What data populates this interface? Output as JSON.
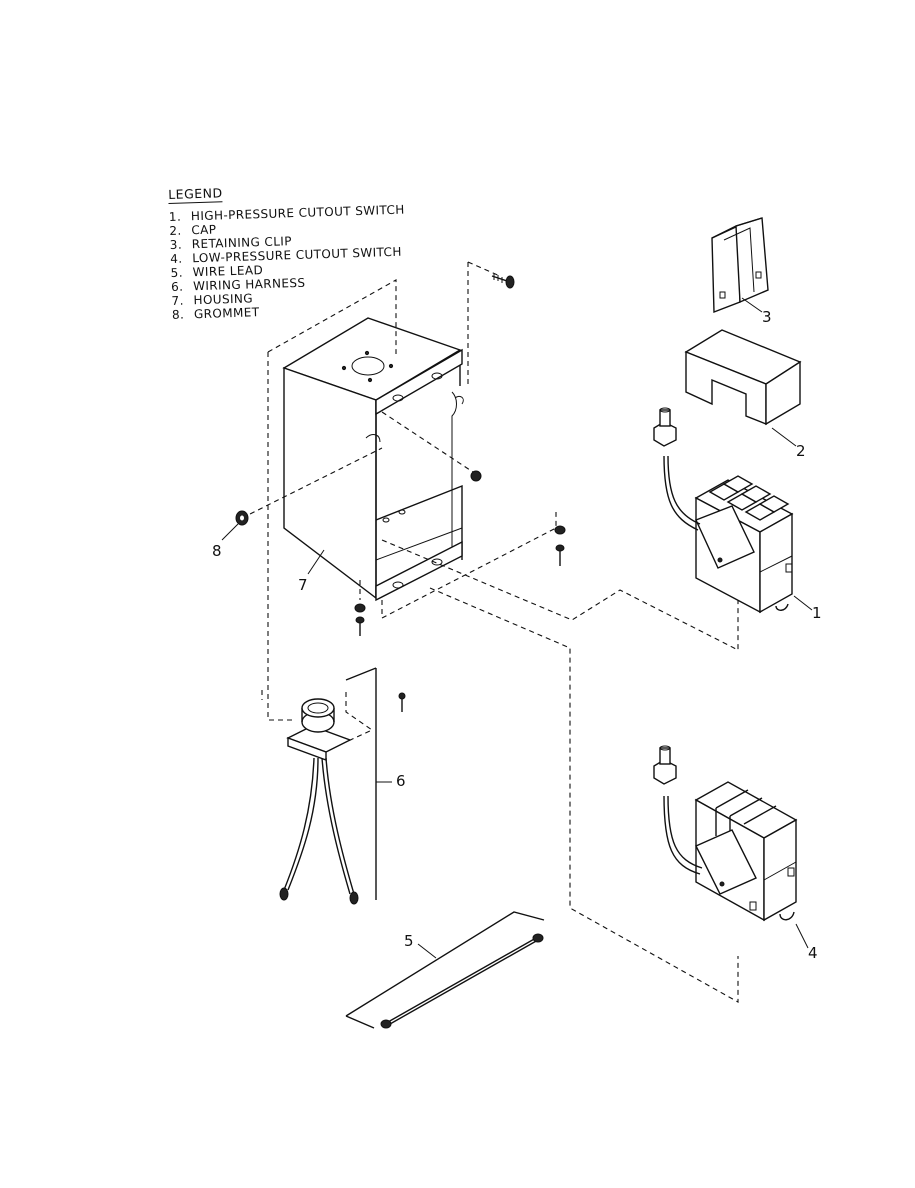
{
  "legend": {
    "title": "LEGEND",
    "items": [
      {
        "num": "1.",
        "label": "HIGH-PRESSURE CUTOUT SWITCH"
      },
      {
        "num": "2.",
        "label": "CAP"
      },
      {
        "num": "3.",
        "label": "RETAINING CLIP"
      },
      {
        "num": "4.",
        "label": "LOW-PRESSURE CUTOUT SWITCH"
      },
      {
        "num": "5.",
        "label": "WIRE LEAD"
      },
      {
        "num": "6.",
        "label": "WIRING HARNESS"
      },
      {
        "num": "7.",
        "label": "HOUSING"
      },
      {
        "num": "8.",
        "label": "GROMMET"
      }
    ]
  },
  "callouts": {
    "c1": "1",
    "c2": "2",
    "c3": "3",
    "c4": "4",
    "c5": "5",
    "c6": "6",
    "c7": "7",
    "c8": "8"
  }
}
